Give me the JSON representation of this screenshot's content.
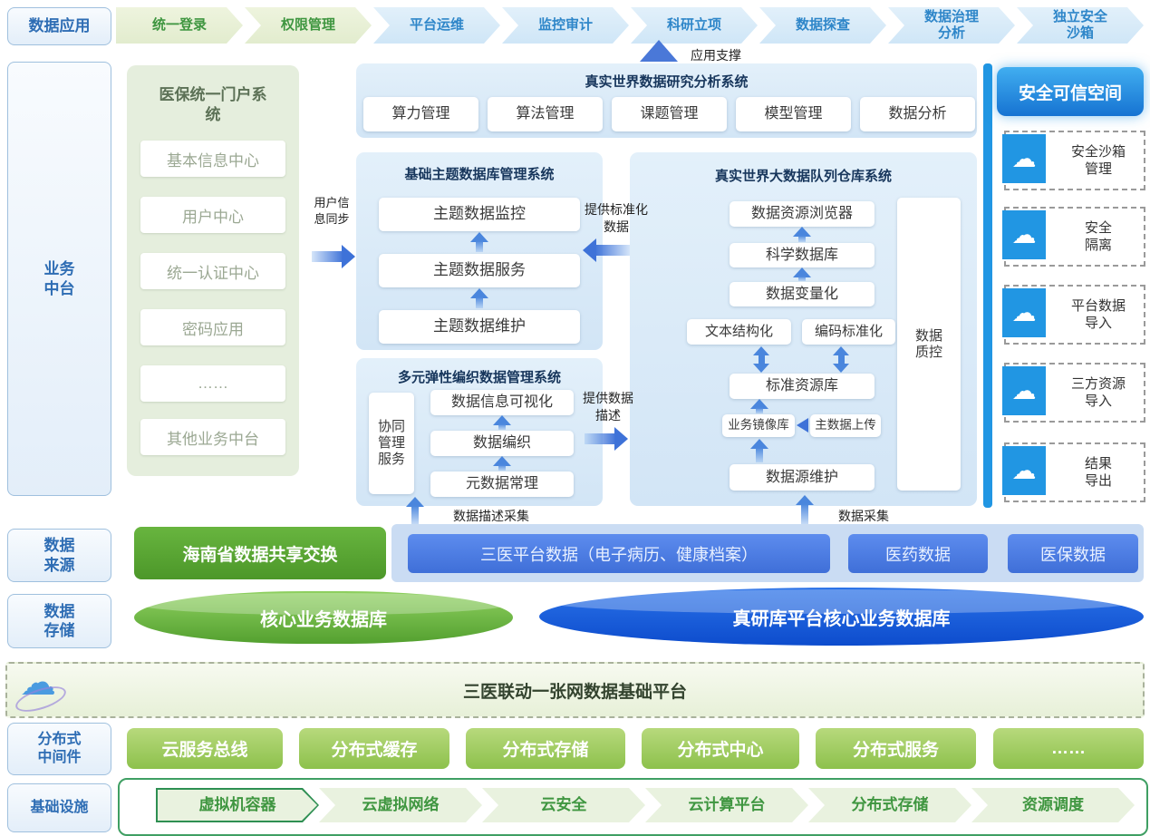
{
  "top": {
    "label": "数据应用",
    "support": "应用支撑",
    "items": [
      "统一登录",
      "权限管理",
      "平台运维",
      "监控审计",
      "科研立项",
      "数据探查",
      "数据治理分析",
      "独立安全沙箱"
    ]
  },
  "sidebar": {
    "business": "业务中台",
    "source": "数据来源",
    "storage": "数据存储",
    "middleware": "分布式中间件",
    "infra": "基础设施"
  },
  "portal": {
    "title": "医保统一门户系统",
    "items": [
      "基本信息中心",
      "用户中心",
      "统一认证中心",
      "密码应用",
      "……",
      "其他业务中台"
    ],
    "sync": "用户信息同步"
  },
  "research": {
    "title": "真实世界数据研究分析系统",
    "items": [
      "算力管理",
      "算法管理",
      "课题管理",
      "模型管理",
      "数据分析"
    ]
  },
  "theme": {
    "title": "基础主题数据库管理系统",
    "items": [
      "主题数据监控",
      "主题数据服务",
      "主题数据维护"
    ],
    "provide": "提供标准化数据"
  },
  "warehouse": {
    "title": "真实世界大数据队列仓库系统",
    "browser": "数据资源浏览器",
    "science": "科学数据库",
    "variable": "数据变量化",
    "text_struct": "文本结构化",
    "code_std": "编码标准化",
    "std_repo": "标准资源库",
    "mirror": "业务镜像库",
    "master": "主数据上传",
    "maintain": "数据源维护",
    "quality": "数据质控",
    "collect": "数据采集"
  },
  "weave": {
    "title": "多元弹性编织数据管理系统",
    "side": "协同管理服务",
    "items": [
      "数据信息可视化",
      "数据编织",
      "元数据常理"
    ],
    "provide": "提供数据描述",
    "collect": "数据描述采集"
  },
  "secure": {
    "title": "安全可信空间",
    "items": [
      "安全沙箱管理",
      "安全隔离",
      "平台数据导入",
      "三方资源导入",
      "结果导出"
    ]
  },
  "sources": {
    "exchange": "海南省数据共享交换",
    "platform": "三医平台数据（电子病历、健康档案）",
    "medicine": "医药数据",
    "insurance": "医保数据"
  },
  "storage_row": {
    "core": "核心业务数据库",
    "research_core": "真研库平台核心业务数据库"
  },
  "platform_bar": {
    "title": "三医联动一张网数据基础平台"
  },
  "middleware_row": {
    "items": [
      "云服务总线",
      "分布式缓存",
      "分布式存储",
      "分布式中心",
      "分布式服务",
      "……"
    ]
  },
  "infra_row": {
    "items": [
      "虚拟机容器",
      "云虚拟网络",
      "云安全",
      "云计算平台",
      "分布式存储",
      "资源调度"
    ]
  },
  "icons": {
    "secure_item": "cloud",
    "platform": "cloud-network"
  },
  "colors": {
    "accent_blue": "#2e86c9",
    "accent_green": "#3f9640",
    "deep_blue": "#1565d8",
    "panel_blue": "#d8e9f8",
    "panel_green": "#e5eedd",
    "secure_blue": "#2196e3",
    "btn_blue": "#4d7fe2",
    "btn_green": "#53a02f",
    "mid_green": "#8dc14c",
    "arrow_blue": "#4a86dd"
  }
}
